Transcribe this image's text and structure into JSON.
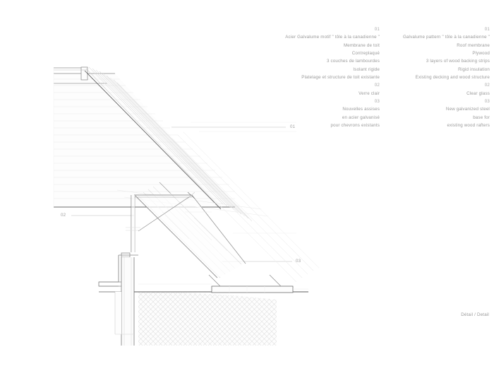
{
  "caption": "Détail / Detail",
  "legend_fr": {
    "lines": [
      "01",
      "Acier Galvalume motif  \" tôle à la canadienne \"",
      "Membrane de toit",
      "Contreplaqué",
      "3 couches de lambourdes",
      "Isolant rigide",
      "Platelage et structure de toit existante",
      "02",
      "Verre clair",
      "03",
      "Nouvelles assises",
      "en acier galvanisé",
      "pour chevrons existants"
    ]
  },
  "legend_en": {
    "lines": [
      "01",
      "Galvalume pattern \" tôle à la canadienne \"",
      "Roof membrane",
      "Plywood",
      "3 layers of wood backing strips",
      "Rigid insulation",
      "Existing decking and wood structure",
      "02",
      "Clear glass",
      "03",
      "New galvanized steel",
      "base for",
      "existing wood rafters"
    ]
  },
  "callouts": {
    "c01": "01",
    "c02": "02",
    "c03": "03"
  },
  "colors": {
    "background": "#ffffff",
    "text": "#9a9a9a",
    "line_dark": "#4a4a4a",
    "line_mid": "#8c8c8c",
    "line_light": "#c8c8c8",
    "line_faint": "#e2e2e2",
    "fill_light": "#f4f4f4"
  }
}
